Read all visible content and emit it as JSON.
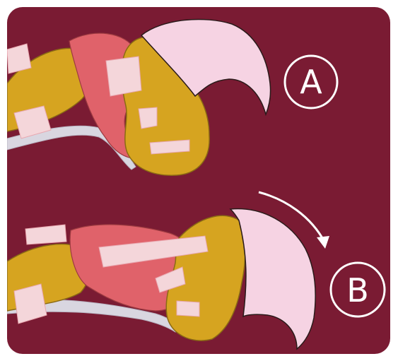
{
  "colors": {
    "background": "#7a1b33",
    "frame": "#ffffff",
    "bone": "#d6a420",
    "bone_outline": "#8a6a14",
    "muscle": "#e0626a",
    "tendon": "#f4d6da",
    "ligament": "#d9d6e0",
    "claw": "#f6d3e3",
    "claw_outline": "#2a1a1a",
    "label": "#ffffff"
  },
  "panels": [
    {
      "name": "claw-retracted",
      "label": "A"
    },
    {
      "name": "claw-extended",
      "label": "B"
    }
  ]
}
